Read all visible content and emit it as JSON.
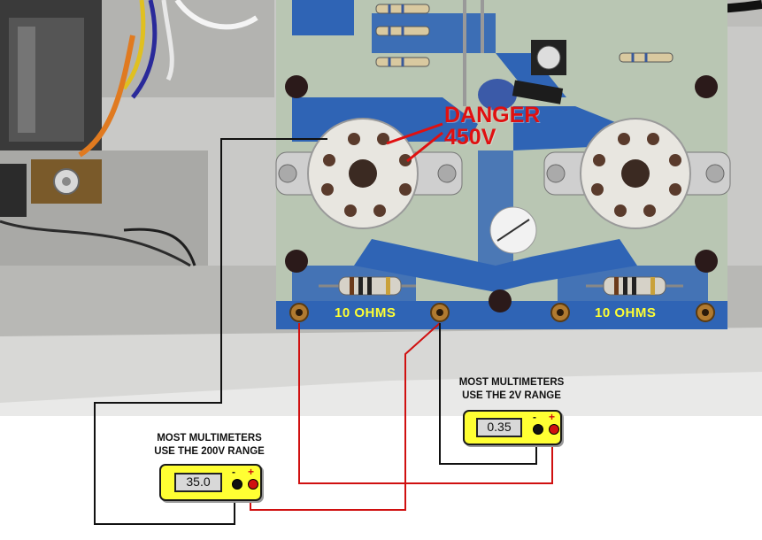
{
  "photo": {
    "left_resistor_label": "10 OHMS",
    "right_resistor_label": "10 OHMS",
    "warning_line1": "DANGER",
    "warning_line2": "450V"
  },
  "meter_left": {
    "note_line1": "MOST MULTIMETERS",
    "note_line2": "USE THE 200V RANGE",
    "reading": "35.0",
    "minus": "-",
    "plus": "+"
  },
  "meter_right": {
    "note_line1": "MOST MULTIMETERS",
    "note_line2": "USE THE 2V RANGE",
    "reading": "0.35",
    "minus": "-",
    "plus": "+"
  },
  "colors": {
    "board": "#7fa6c2",
    "trace": "#2f64b5",
    "meter_body": "#ffff33",
    "label_yellow": "#ffff33",
    "warning_red": "#e01010",
    "probe_red": "#d01010",
    "probe_black": "#111111"
  }
}
